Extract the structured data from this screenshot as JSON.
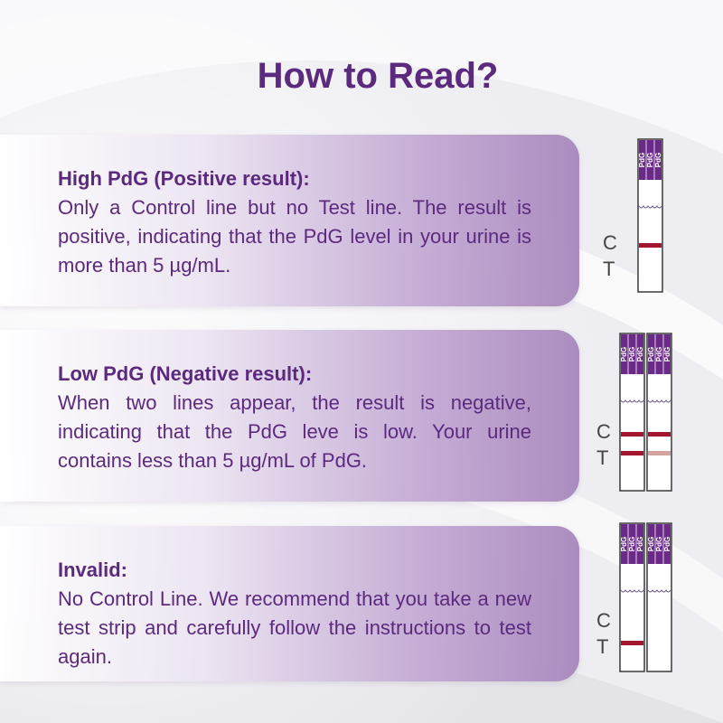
{
  "title": "How to Read?",
  "strip_label": "PdG",
  "markers": {
    "c": "C",
    "t": "T"
  },
  "colors": {
    "title": "#5b2a7e",
    "strip_header": "#6b2a8a",
    "control_line": "#a3162e",
    "faint_line": "#d4a39e"
  },
  "results": [
    {
      "heading": "High PdG (Positive result):",
      "body": "Only a Control line but no Test line. The result is positive, indicating that the PdG level in your urine is more than 5 µg/mL.",
      "strips": [
        {
          "control": true,
          "test": "none"
        }
      ]
    },
    {
      "heading": "Low PdG (Negative result):",
      "body": "When two lines appear, the result is negative, indicating that the PdG leve is low. Your urine contains less than 5 µg/mL of PdG.",
      "strips": [
        {
          "control": true,
          "test": "strong"
        },
        {
          "control": true,
          "test": "faint"
        }
      ]
    },
    {
      "heading": "Invalid:",
      "body": "No Control Line. We recommend that you take a new test strip and carefully follow the instructions to test again.",
      "strips": [
        {
          "control": false,
          "test": "strong"
        },
        {
          "control": false,
          "test": "none"
        }
      ]
    }
  ]
}
